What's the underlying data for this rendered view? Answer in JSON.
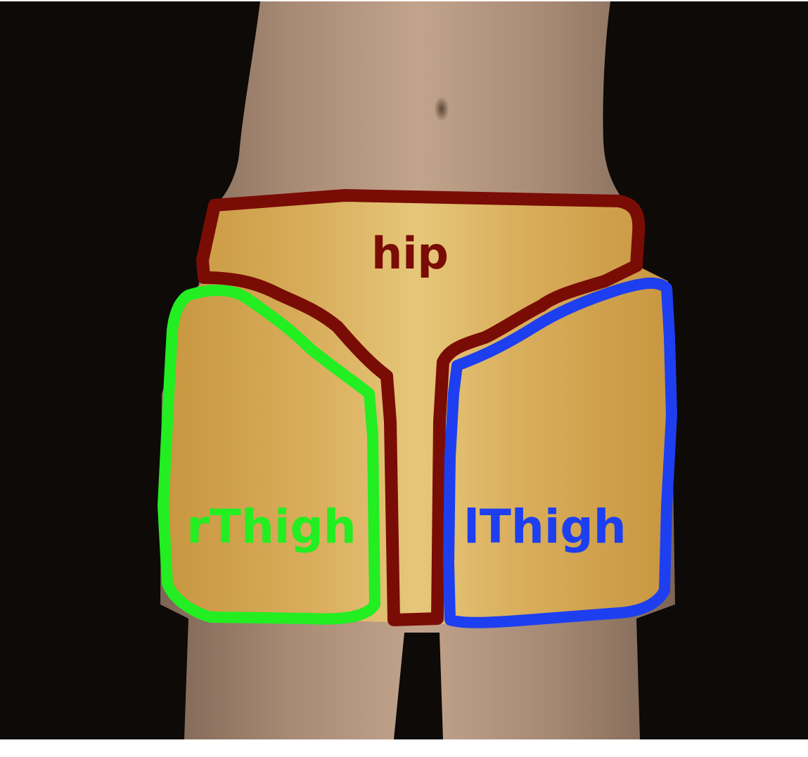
{
  "diagram": {
    "background_color": "#0d0a08",
    "skin_color": "#b0927c",
    "garment_color": "#d7ab58",
    "regions": [
      {
        "id": "hip",
        "label": "hip",
        "outline_color": "#7a0c06",
        "label_color": "#7a0c06"
      },
      {
        "id": "rThigh",
        "label": "rThigh",
        "outline_color": "#22ee22",
        "label_color": "#22ee22"
      },
      {
        "id": "lThigh",
        "label": "lThigh",
        "outline_color": "#1d3ff0",
        "label_color": "#1d3ff0"
      }
    ]
  }
}
